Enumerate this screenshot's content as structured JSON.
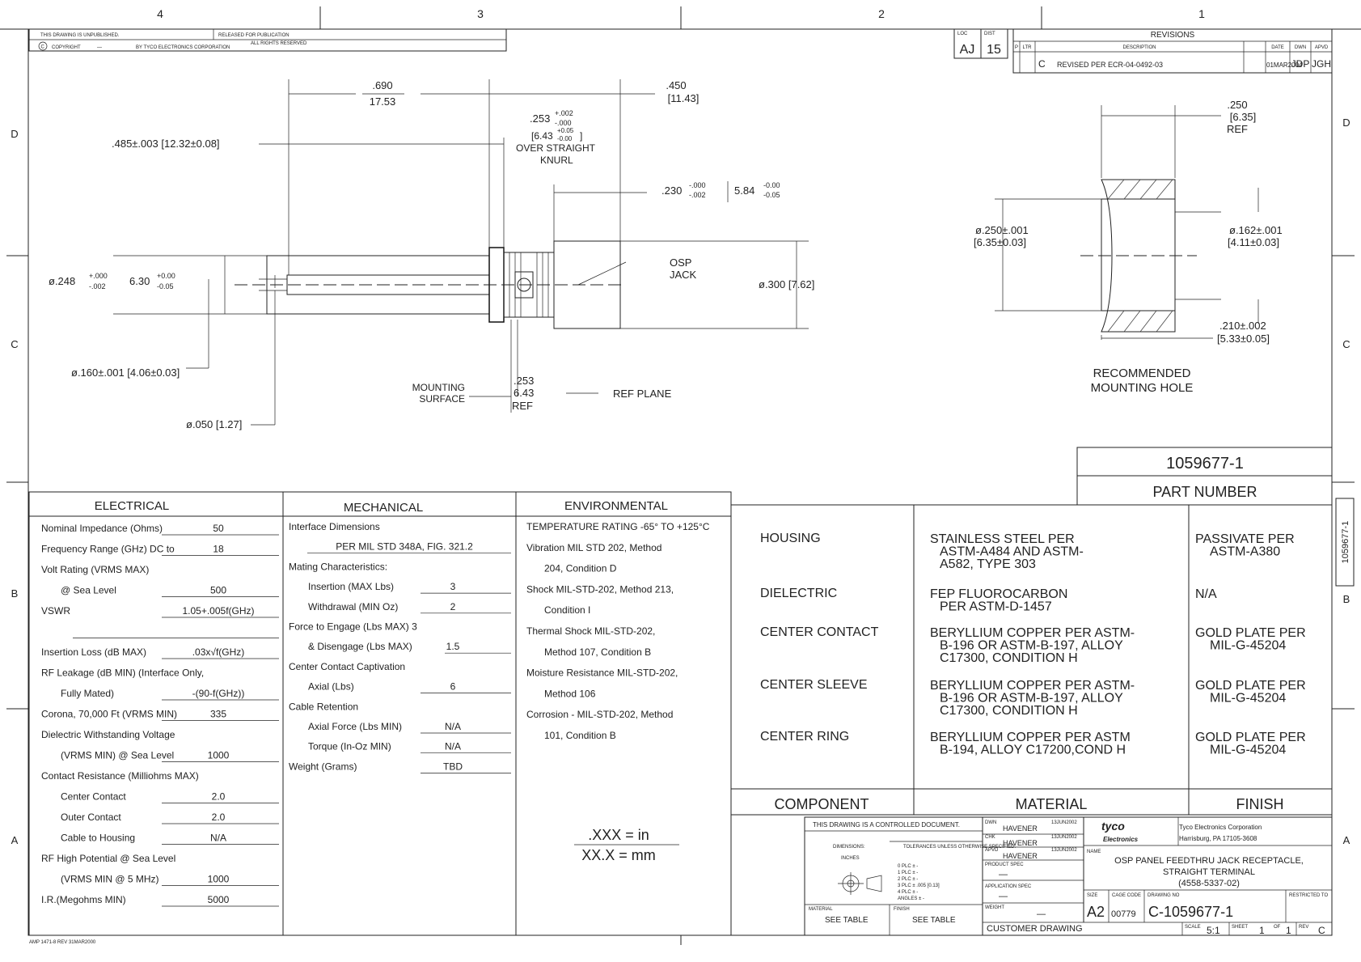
{
  "frame": {
    "zones_top": [
      "4",
      "3",
      "2",
      "1"
    ],
    "zones_side": [
      "D",
      "C",
      "B",
      "A"
    ]
  },
  "notice": {
    "line1": "THIS DRAWING IS UNPUBLISHED.",
    "released": "RELEASED FOR PUBLICATION",
    "copyright": "COPYRIGHT",
    "dash": "—",
    "by": "BY TYCO ELECTRONICS CORPORATION",
    "rights": "ALL RIGHTS RESERVED"
  },
  "loc_dist": {
    "loc_label": "LOC",
    "loc_value": "AJ",
    "dist_label": "DIST",
    "dist_value": "15"
  },
  "revisions": {
    "title": "REVISIONS",
    "headers": [
      "P",
      "LTR",
      "DESCRIPTION",
      "DATE",
      "DWN",
      "APVD"
    ],
    "row": {
      "ltr": "C",
      "desc": "REVISED PER ECR-04-0492-03",
      "date": "01MAR2004",
      "dwn": "JDP",
      "apvd": "JGH"
    }
  },
  "dims": {
    "d690_in": ".690",
    "d690_mm": "17.53",
    "d450_in": ".450",
    "d450_mm": "[11.43]",
    "d485": ".485±.003 [12.32±0.08]",
    "d253_main": ".253",
    "d253_tol_plus": "+.002",
    "d253_tol_minus": "-.000",
    "d253_mm": "[6.43",
    "d253_mm_tol_plus": "+0.05",
    "d253_mm_tol_minus": "-0.00",
    "d253_mm_close": "]",
    "over_straight": "OVER STRAIGHT",
    "knurl": "KNURL",
    "d230_main": ".230",
    "d230_tol_plus": "-.000",
    "d230_tol_minus": "-.002",
    "d584_main": "5.84",
    "d584_tol_plus": "-0.00",
    "d584_tol_minus": "-0.05",
    "osp": "OSP",
    "jack": "JACK",
    "d300": "ø.300 [7.62]",
    "d248_main": "ø.248",
    "d248_tol_plus": "+.000",
    "d248_tol_minus": "-.002",
    "d630_main": "6.30",
    "d630_tol_plus": "+0.00",
    "d630_tol_minus": "-0.05",
    "d160": "ø.160±.001 [4.06±0.03]",
    "mounting": "MOUNTING",
    "surface": "SURFACE",
    "d253b_in": ".253",
    "d253b_mm": "6.43",
    "ref": "REF",
    "ref_plane": "REF PLANE",
    "d050": "ø.050 [1.27]"
  },
  "mounting_hole": {
    "d250_in": ".250",
    "d250_mm": "[6.35]",
    "ref": "REF",
    "d250b_in": "ø.250±.001",
    "d250b_mm": "[6.35±0.03]",
    "d162_in": "ø.162±.001",
    "d162_mm": "[4.11±0.03]",
    "d210_in": ".210±.002",
    "d210_mm": "[5.33±0.05]",
    "title1": "RECOMMENDED",
    "title2": "MOUNTING HOLE"
  },
  "part": {
    "number": "1059677-1",
    "label": "PART NUMBER",
    "side_tab": "1059677-1"
  },
  "electrical": {
    "title": "ELECTRICAL",
    "rows": [
      {
        "label": "Nominal Impedance (Ohms)",
        "value": "50"
      },
      {
        "label": "Frequency Range (GHz) DC to",
        "value": "18"
      },
      {
        "label": "Volt Rating (VRMS MAX)",
        "value": ""
      },
      {
        "label": "@ Sea Level",
        "value": "500"
      },
      {
        "label": "VSWR",
        "value": "1.05+.005f(GHz)"
      },
      {
        "label": "",
        "value": ""
      },
      {
        "label": "Insertion Loss (dB MAX)",
        "value": ".03x√f(GHz)"
      },
      {
        "label": "RF Leakage (dB MIN) (Interface Only,",
        "value": ""
      },
      {
        "label": "Fully Mated)",
        "value": "-(90-f(GHz))"
      },
      {
        "label": "Corona, 70,000 Ft (VRMS MIN)",
        "value": "335"
      },
      {
        "label": "Dielectric Withstanding Voltage",
        "value": ""
      },
      {
        "label": "(VRMS MIN) @ Sea Level",
        "value": "1000"
      },
      {
        "label": "Contact Resistance (Milliohms MAX)",
        "value": ""
      },
      {
        "label": "Center Contact",
        "value": "2.0"
      },
      {
        "label": "Outer Contact",
        "value": "2.0"
      },
      {
        "label": "Cable to Housing",
        "value": "N/A"
      },
      {
        "label": "RF High Potential @ Sea Level",
        "value": ""
      },
      {
        "label": "(VRMS MIN @ 5 MHz)",
        "value": "1000"
      },
      {
        "label": "I.R.(Megohms MIN)",
        "value": "5000"
      }
    ]
  },
  "mechanical": {
    "title": "MECHANICAL",
    "rows": [
      {
        "label": "Interface Dimensions",
        "value": ""
      },
      {
        "label": "",
        "value": "PER MIL STD 348A, FIG. 321.2"
      },
      {
        "label": "Mating Characteristics:",
        "value": ""
      },
      {
        "label": "Insertion (MAX Lbs)",
        "value": "3"
      },
      {
        "label": "Withdrawal (MIN Oz)",
        "value": "2"
      },
      {
        "label": "Force to Engage (Lbs MAX) 3",
        "value": ""
      },
      {
        "label": "& Disengage (Lbs MAX)",
        "value": "1.5"
      },
      {
        "label": "Center Contact Captivation",
        "value": ""
      },
      {
        "label": "Axial (Lbs)",
        "value": "6"
      },
      {
        "label": "Cable Retention",
        "value": ""
      },
      {
        "label": "Axial Force (Lbs MIN)",
        "value": "N/A"
      },
      {
        "label": "Torque (In-Oz MIN)",
        "value": "N/A"
      },
      {
        "label": "Weight (Grams)",
        "value": "TBD"
      }
    ]
  },
  "environmental": {
    "title": "ENVIRONMENTAL",
    "rows": [
      "TEMPERATURE RATING -65° TO +125°C",
      "Vibration MIL STD 202, Method",
      "204, Condition D",
      "Shock MIL-STD-202, Method 213,",
      "Condition I",
      "Thermal Shock MIL-STD-202,",
      "Method 107, Condition B",
      "Moisture Resistance MIL-STD-202,",
      "Method 106",
      "Corrosion - MIL-STD-202, Method",
      "101, Condition B"
    ]
  },
  "units": {
    "in": ".XXX = in",
    "mm": "XX.X = mm"
  },
  "materials": {
    "rows": [
      {
        "component": "HOUSING",
        "material": [
          "STAINLESS STEEL PER",
          "ASTM-A484 AND ASTM-",
          "A582, TYPE 303"
        ],
        "finish": [
          "PASSIVATE PER",
          "ASTM-A380"
        ]
      },
      {
        "component": "DIELECTRIC",
        "material": [
          "FEP FLUOROCARBON",
          "PER ASTM-D-1457"
        ],
        "finish": [
          "N/A"
        ]
      },
      {
        "component": "CENTER CONTACT",
        "material": [
          "BERYLLIUM COPPER PER ASTM-",
          "B-196 OR ASTM-B-197, ALLOY",
          "C17300, CONDITION H"
        ],
        "finish": [
          "GOLD PLATE PER",
          "MIL-G-45204"
        ]
      },
      {
        "component": "CENTER SLEEVE",
        "material": [
          "BERYLLIUM COPPER PER ASTM-",
          "B-196 OR ASTM-B-197, ALLOY",
          "C17300, CONDITION H"
        ],
        "finish": [
          "GOLD PLATE PER",
          "MIL-G-45204"
        ]
      },
      {
        "component": "CENTER RING",
        "material": [
          "BERYLLIUM COPPER PER ASTM",
          "B-194, ALLOY C17200,COND H"
        ],
        "finish": [
          "GOLD PLATE PER",
          "MIL-G-45204"
        ]
      }
    ],
    "headers": [
      "COMPONENT",
      "MATERIAL",
      "FINISH"
    ]
  },
  "title_block": {
    "controlled": "THIS DRAWING IS A CONTROLLED DOCUMENT.",
    "dimensions": "DIMENSIONS:",
    "inches": "INCHES",
    "tolerances": "TOLERANCES UNLESS OTHERWISE SPECIFIED:",
    "plc": [
      "0 PLC  ±  -",
      "1 PLC  ±  -",
      "2 PLC  ±  -",
      "3 PLC  ± .005 [0.13]",
      "4 PLC  ±  -",
      "ANGLES  ±  -"
    ],
    "material_label": "MATERIAL",
    "material_value": "SEE TABLE",
    "finish_label": "FINISH",
    "finish_value": "SEE TABLE",
    "dwn_label": "DWN",
    "dwn_name": "HAVENER",
    "dwn_date": "13JUN2002",
    "chk_label": "CHK",
    "chk_name": "HAVENER",
    "chk_date": "13JUN2002",
    "apvd_label": "APVD",
    "apvd_name": "HAVENER",
    "apvd_date": "13JUN2002",
    "product_spec": "PRODUCT SPEC",
    "product_spec_value": "—",
    "application_spec": "APPLICATION SPEC",
    "application_spec_value": "—",
    "weight_label": "WEIGHT",
    "weight_value": "—",
    "logo1": "tyco",
    "logo2": "Electronics",
    "company": "Tyco Electronics Corporation",
    "city": "Harrisburg, PA 17105-3608",
    "name_label": "NAME",
    "name": [
      "OSP PANEL FEEDTHRU JACK RECEPTACLE,",
      "STRAIGHT TERMINAL",
      "(4558-5337-02)"
    ],
    "size_label": "SIZE",
    "size_value": "A2",
    "cage_label": "CAGE CODE",
    "cage_value": "00779",
    "dwg_label": "DRAWING NO",
    "dwg_value": "C-1059677-1",
    "restricted": "RESTRICTED TO",
    "customer": "CUSTOMER DRAWING",
    "scale_label": "SCALE",
    "scale_value": "5:1",
    "sheet_label": "SHEET",
    "sheet_value": "1",
    "of_label": "OF",
    "of_value": "1",
    "rev_label": "REV",
    "rev_value": "C"
  },
  "footer": {
    "form": "AMP 1471-8 REV 31MAR2000"
  }
}
